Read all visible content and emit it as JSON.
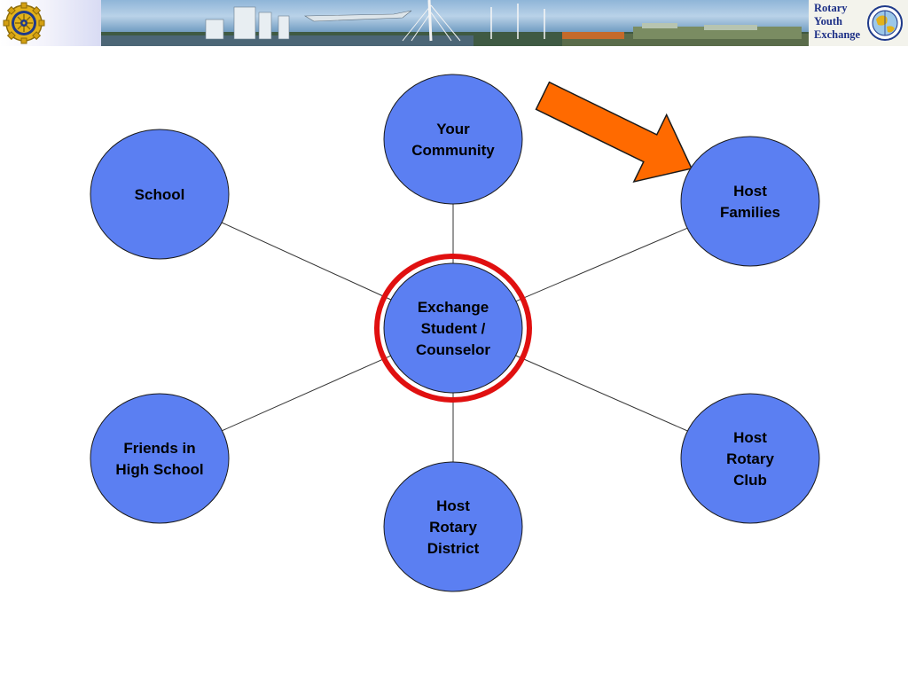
{
  "banner": {
    "title_lines": [
      "Rotary",
      "Youth",
      "Exchange"
    ],
    "left_logo_icon": "rotary-wheel-icon",
    "right_logo_icon": "youth-exchange-globe-icon"
  },
  "colors": {
    "node_fill": "#5b7ff2",
    "node_stroke": "#1a1a1a",
    "highlight_ring": "#e01010",
    "arrow_fill": "#ff6a00",
    "connector": "#333333",
    "banner_text": "#1c2f86"
  },
  "diagram": {
    "center": {
      "id": "exchange-student",
      "lines": [
        "Exchange",
        "Student /",
        "Counselor"
      ],
      "highlighted": true
    },
    "nodes": [
      {
        "id": "your-community",
        "lines": [
          "Your",
          "Community"
        ]
      },
      {
        "id": "host-families",
        "lines": [
          "Host",
          "Families"
        ]
      },
      {
        "id": "host-rotary-club",
        "lines": [
          "Host",
          "Rotary",
          "Club"
        ]
      },
      {
        "id": "host-rotary-district",
        "lines": [
          "Host",
          "Rotary",
          "District"
        ]
      },
      {
        "id": "friends-in-high-school",
        "lines": [
          "Friends in",
          "High School"
        ]
      },
      {
        "id": "school",
        "lines": [
          "School"
        ]
      }
    ],
    "arrow": {
      "from": "your-community",
      "to": "host-families",
      "icon": "block-arrow-icon"
    }
  }
}
